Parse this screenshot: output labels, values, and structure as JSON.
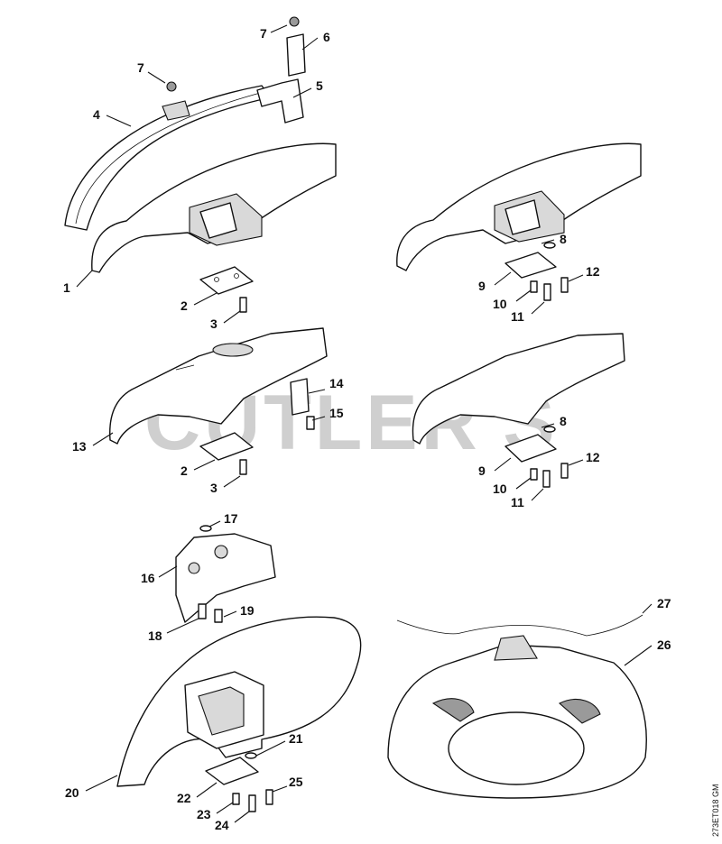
{
  "watermark": "CUTLER'S",
  "drawing_code": "273ET018 GM",
  "callouts": [
    "1",
    "2",
    "3",
    "4",
    "5",
    "6",
    "7",
    "7",
    "8",
    "9",
    "10",
    "11",
    "12",
    "13",
    "2",
    "3",
    "14",
    "15",
    "8",
    "9",
    "10",
    "11",
    "12",
    "16",
    "17",
    "18",
    "19",
    "20",
    "21",
    "22",
    "23",
    "24",
    "25",
    "26",
    "27"
  ]
}
